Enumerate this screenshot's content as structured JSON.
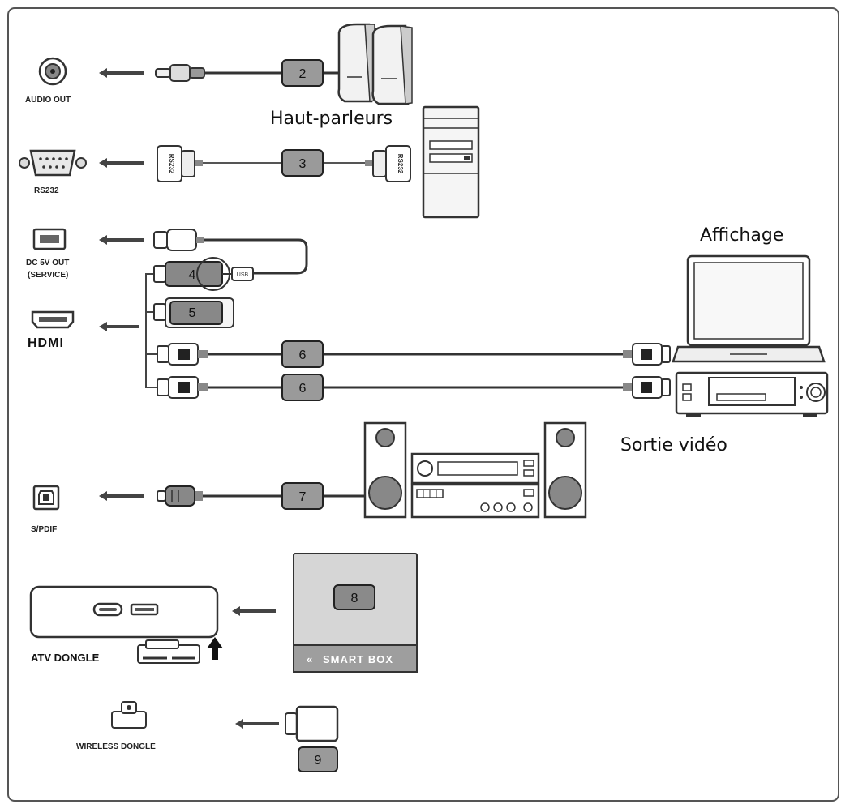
{
  "ports": {
    "audio_out": "AUDIO OUT",
    "rs232": "RS232",
    "dc5v_line1": "DC 5V OUT",
    "dc5v_line2": "(SERVICE)",
    "hdmi": "HDMI",
    "spdif": "S/PDIF",
    "atv_dongle": "ATV DONGLE",
    "wireless_dongle": "WIRELESS DONGLE"
  },
  "devices": {
    "speakers": "Haut-parleurs",
    "display": "Affichage",
    "video_out": "Sortie vidéo",
    "smart_box": "SMART BOX",
    "smart_box_chevron": "«",
    "rs232_plug_text": "RS232"
  },
  "cables": {
    "audio": "2",
    "rs232": "3",
    "usb_hdmi_stick": "4",
    "hdmi_stick": "5",
    "hdmi_laptop": "6",
    "hdmi_player": "6",
    "spdif": "7",
    "smart_box": "8",
    "wireless": "9"
  }
}
